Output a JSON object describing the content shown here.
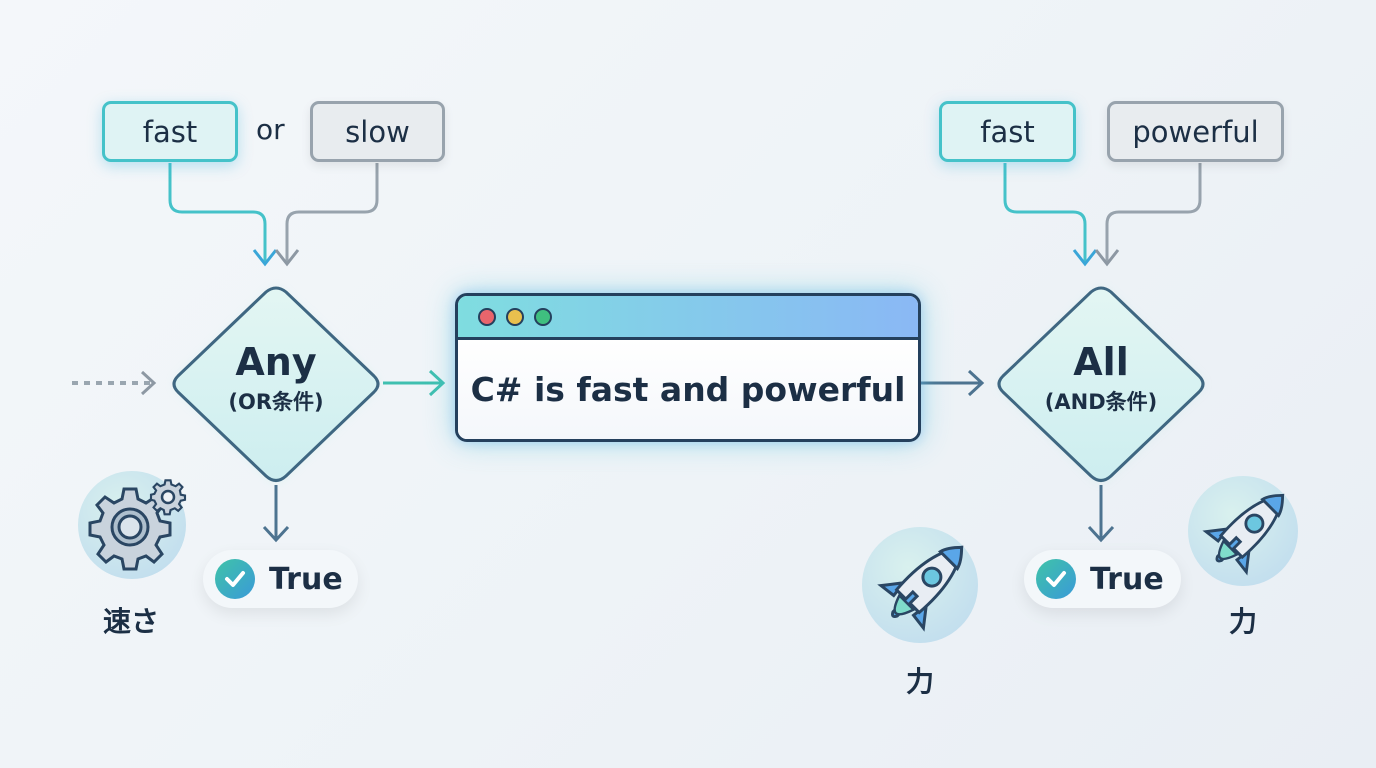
{
  "left": {
    "input_a": "fast",
    "connector": "or",
    "input_b": "slow",
    "diamond_title": "Any",
    "diamond_subtitle": "(OR条件)",
    "result": "True",
    "icon_caption": "速さ"
  },
  "center": {
    "window_text": "C# is fast and powerful",
    "dot_colors": [
      "#e8656c",
      "#e9c04e",
      "#3fbf7f"
    ]
  },
  "right": {
    "input_a": "fast",
    "input_b": "powerful",
    "diamond_title": "All",
    "diamond_subtitle": "(AND条件)",
    "result": "True",
    "icon_caption_1": "力",
    "icon_caption_2": "力"
  },
  "colors": {
    "teal": "#45c2c9",
    "gray": "#98a3ad",
    "navy": "#24405d",
    "line": "#4d7390"
  }
}
